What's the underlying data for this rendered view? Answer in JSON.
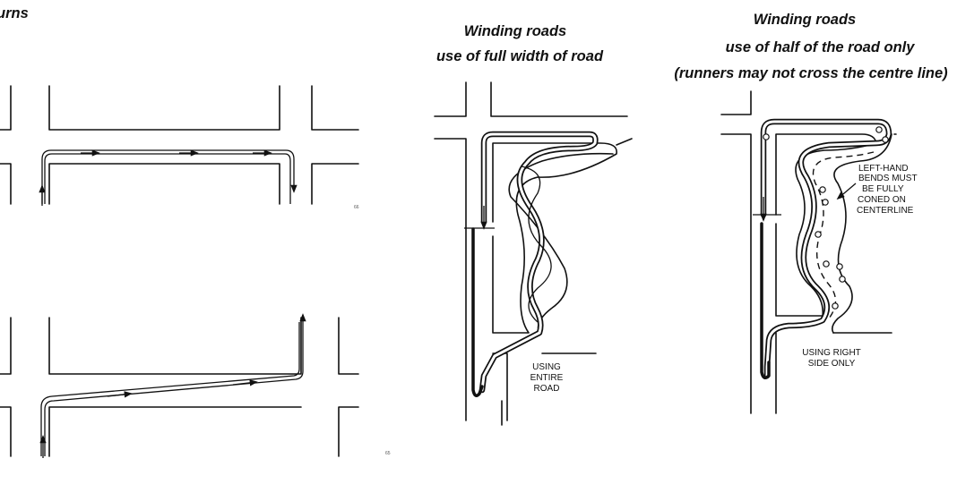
{
  "panels": {
    "turns": {
      "title": "urns",
      "page_mark_top": "66",
      "page_mark_bottom": "65"
    },
    "full_width": {
      "title_line1": "Winding roads",
      "title_line2": "use of full width of road",
      "label_lines": [
        "USING",
        "ENTIRE",
        "ROAD"
      ]
    },
    "half_road": {
      "title_line1": "Winding roads",
      "title_line2": "use of half of the road only",
      "title_line3": "(runners may not cross the centre line)",
      "bend_note_lines": [
        "LEFT-HAND",
        "BENDS MUST",
        "BE FULLY",
        "CONED ON",
        "CENTERLINE"
      ],
      "label_lines": [
        "USING RIGHT",
        "SIDE ONLY"
      ]
    }
  }
}
